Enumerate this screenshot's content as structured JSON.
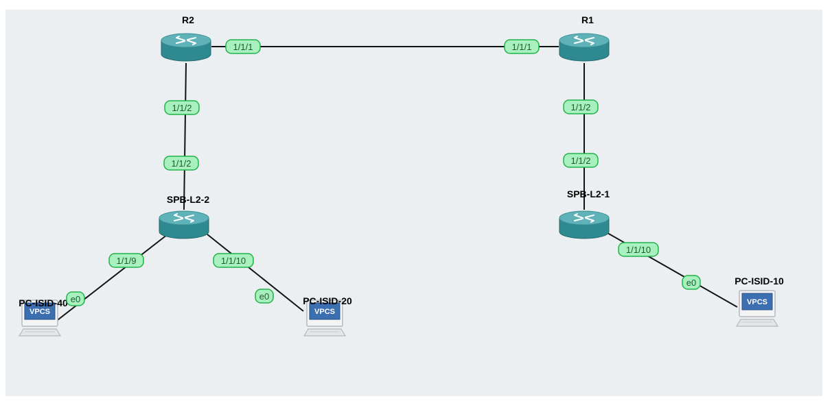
{
  "nodes": [
    {
      "id": "R2",
      "label": "R2",
      "type": "router",
      "icon": "router-icon"
    },
    {
      "id": "R1",
      "label": "R1",
      "type": "router",
      "icon": "router-icon"
    },
    {
      "id": "SPB2",
      "label": "SPB-L2-2",
      "type": "router",
      "icon": "router-icon"
    },
    {
      "id": "SPB1",
      "label": "SPB-L2-1",
      "type": "router",
      "icon": "router-icon"
    },
    {
      "id": "PC40",
      "label": "PC-ISID-40",
      "type": "vpcs",
      "icon": "vpcs-pc-icon",
      "badge": "VPCS"
    },
    {
      "id": "PC20",
      "label": "PC-ISID-20",
      "type": "vpcs",
      "icon": "vpcs-pc-icon",
      "badge": "VPCS"
    },
    {
      "id": "PC10",
      "label": "PC-ISID-10",
      "type": "vpcs",
      "icon": "vpcs-pc-icon",
      "badge": "VPCS"
    }
  ],
  "links": [
    {
      "a": "R2",
      "b": "R1",
      "a_port": "1/1/1",
      "b_port": "1/1/1"
    },
    {
      "a": "R2",
      "b": "SPB2",
      "a_port": "1/1/2",
      "b_port": "1/1/2"
    },
    {
      "a": "R1",
      "b": "SPB1",
      "a_port": "1/1/2",
      "b_port": "1/1/2"
    },
    {
      "a": "SPB2",
      "b": "PC40",
      "a_port": "1/1/9",
      "b_port": "e0"
    },
    {
      "a": "SPB2",
      "b": "PC20",
      "a_port": "1/1/10",
      "b_port": "e0"
    },
    {
      "a": "SPB1",
      "b": "PC10",
      "a_port": "1/1/10",
      "b_port": "e0"
    }
  ],
  "colors": {
    "canvas": "#eceff1",
    "router_top": "#5fb3b8",
    "router_body": "#2e8a90",
    "port_fill": "#a8f0be",
    "port_border": "#1fb34a",
    "vpcs_badge": "#3b6fb0"
  }
}
